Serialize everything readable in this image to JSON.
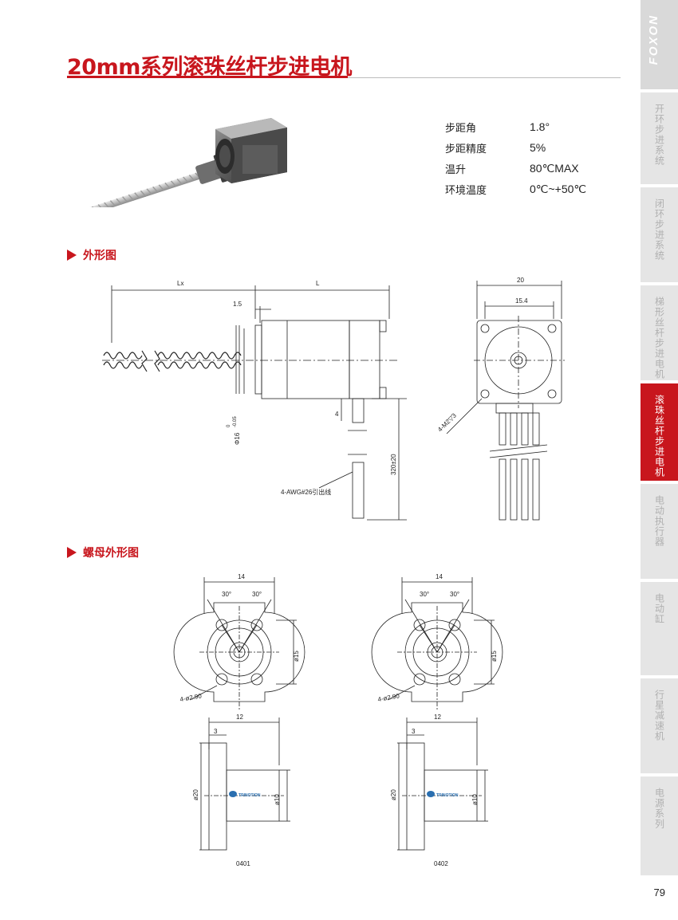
{
  "header": {
    "title": "20mm系列滚珠丝杆步进电机"
  },
  "specs": [
    {
      "label": "步距角",
      "value": "1.8°"
    },
    {
      "label": "步距精度",
      "value": "5%"
    },
    {
      "label": "温升",
      "value": "80℃MAX"
    },
    {
      "label": "环境温度",
      "value": "0℃~+50℃"
    }
  ],
  "sections": {
    "outline": "外形图",
    "nut_outline": "螺母外形图"
  },
  "drawing_main": {
    "lx": "Lx",
    "l": "L",
    "d_1_5": "1.5",
    "d_4": "4",
    "phi16": "Φ16",
    "phi16_tol_up": "0",
    "phi16_tol_dn": "-0.05",
    "d_320": "320±20",
    "wire": "4-AWG#26引出线",
    "d_20": "20",
    "d_15_4": "15.4",
    "m2": "4-M2▽3"
  },
  "nut": {
    "w14": "14",
    "a30": "30°",
    "phi15": "ø15",
    "holes": "4-ø2.90",
    "w12": "12",
    "w3": "3",
    "phi20": "ø20",
    "phi10": "ø10",
    "brand": "TRINOTION",
    "code_a": "0401",
    "code_b": "0402"
  },
  "sidebar": {
    "brand": "FOXON",
    "items": [
      {
        "label": "开环步进系统",
        "active": false
      },
      {
        "label": "闭环步进系统",
        "active": false
      },
      {
        "label": "梯形丝杆步进电机",
        "active": false
      },
      {
        "label": "滚珠丝杆步进电机",
        "active": true
      },
      {
        "label": "电动执行器",
        "active": false
      },
      {
        "label": "电动缸",
        "active": false
      },
      {
        "label": "行星减速机",
        "active": false
      },
      {
        "label": "电源系列",
        "active": false
      }
    ]
  },
  "page_number": "79",
  "colors": {
    "accent": "#c8161d",
    "sidebar_bg": "#e5e5e5",
    "sidebar_text": "#b0b0b0"
  }
}
